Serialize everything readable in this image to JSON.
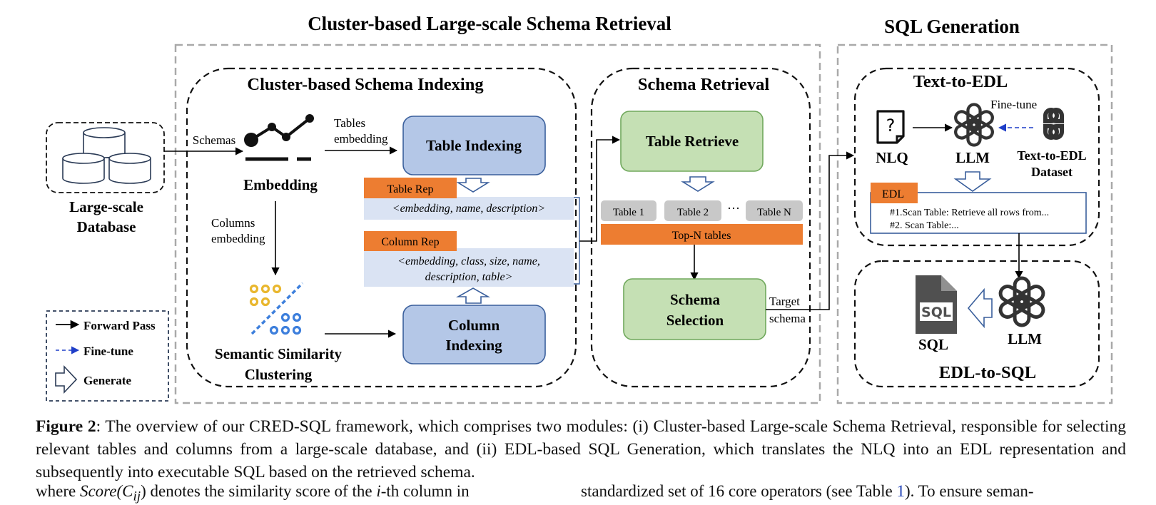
{
  "diagram": {
    "retrieval_title": "Cluster-based Large-scale Schema Retrieval",
    "generation_title": "SQL Generation",
    "indexing_title": "Cluster-based Schema Indexing",
    "schema_retrieval_title": "Schema Retrieval",
    "text_to_edl_title": "Text-to-EDL",
    "edl_to_sql_title": "EDL-to-SQL",
    "database": {
      "line1": "Large-scale",
      "line2": "Database"
    },
    "schemas_label": "Schemas",
    "embedding_label": "Embedding",
    "tables_embedding": {
      "line1": "Tables",
      "line2": "embedding"
    },
    "columns_embedding": {
      "line1": "Columns",
      "line2": "embedding"
    },
    "clustering": {
      "line1": "Semantic Similarity",
      "line2": "Clustering"
    },
    "table_indexing": "Table Indexing",
    "column_indexing": {
      "line1": "Column",
      "line2": "Indexing"
    },
    "table_rep": {
      "tag": "Table Rep",
      "text": "<embedding, name, description>"
    },
    "column_rep": {
      "tag": "Column Rep",
      "line1": "<embedding, class, size, name,",
      "line2": "description, table>"
    },
    "table_retrieve": "Table Retrieve",
    "tables": [
      "Table 1",
      "Table 2",
      "Table N"
    ],
    "ellipsis": "···",
    "top_n": "Top-N tables",
    "schema_selection": {
      "line1": "Schema",
      "line2": "Selection"
    },
    "target_schema": {
      "line1": "Target",
      "line2": "schema"
    },
    "nlq_label": "NLQ",
    "llm_label": "LLM",
    "fine_tune_label": "Fine-tune",
    "dataset": {
      "line1": "Text-to-EDL",
      "line2": "Dataset"
    },
    "edl": {
      "tag": "EDL",
      "line1": "#1.Scan Table: Retrieve all rows from...",
      "line2": "#2. Scan Table:..."
    },
    "sql_icon_text": "SQL",
    "sql_label": "SQL",
    "llm2_label": "LLM",
    "legend": {
      "forward": "Forward Pass",
      "finetune": "Fine-tune",
      "generate": "Generate"
    }
  },
  "colors": {
    "dashed_gray": "#a9a9a9",
    "blue_fill": "#b4c7e7",
    "blue_stroke": "#3a5f9c",
    "green_fill": "#c5e0b4",
    "green_stroke": "#70a85c",
    "orange": "#ed7d31",
    "light_blue_band": "#dae3f3",
    "gray_table": "#c8c8c8",
    "finetune_arrow": "#1f3ec8",
    "link_blue": "#2345b8"
  },
  "icons": [
    "database-icon",
    "embedding-icon",
    "cluster-icon",
    "nlq-icon",
    "openai-llm-icon",
    "dataset-icon",
    "sql-file-icon",
    "generate-arrow-icon"
  ],
  "caption": {
    "label": "Figure 2",
    "text": ": The overview of our CRED-SQL framework, which comprises two modules: (i) Cluster-based Large-scale Schema Retrieval, responsible for selecting relevant tables and columns from a large-scale database, and (ii) EDL-based SQL Generation, which translates the NLQ into an EDL representation and subsequently into executable SQL based on the retrieved schema."
  },
  "body_left": {
    "a": "where ",
    "math1": "Score(C",
    "math1_sub": "ij",
    "b": ") denotes the similarity score of the ",
    "math2": "i",
    "c": "-th column in"
  },
  "body_right": {
    "a": "standardized set of 16 core operators (see Table ",
    "ref": "1",
    "b": "). To ensure seman-"
  }
}
